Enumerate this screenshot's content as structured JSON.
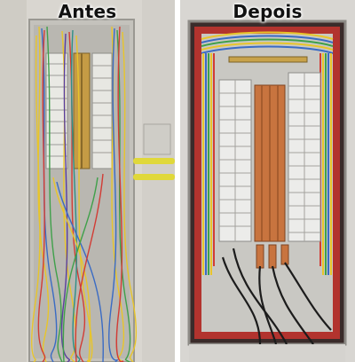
{
  "captions": {
    "before": "Antes",
    "after": "Depois"
  },
  "photos": {
    "before": {
      "subject": "electrical-panel-messy-wiring",
      "colors": {
        "wall": "#d9d6d0",
        "cabinet": "#c7c5bf",
        "breaker": "#e9e9e4"
      }
    },
    "after": {
      "subject": "electrical-panel-organized-wiring",
      "colors": {
        "wall": "#d8d6d2",
        "frame": "#b2332e",
        "busbar": "#c8743f",
        "breaker": "#ececea"
      }
    }
  },
  "colors": {
    "divider": "#ffffff",
    "caption_text": "#111111"
  }
}
